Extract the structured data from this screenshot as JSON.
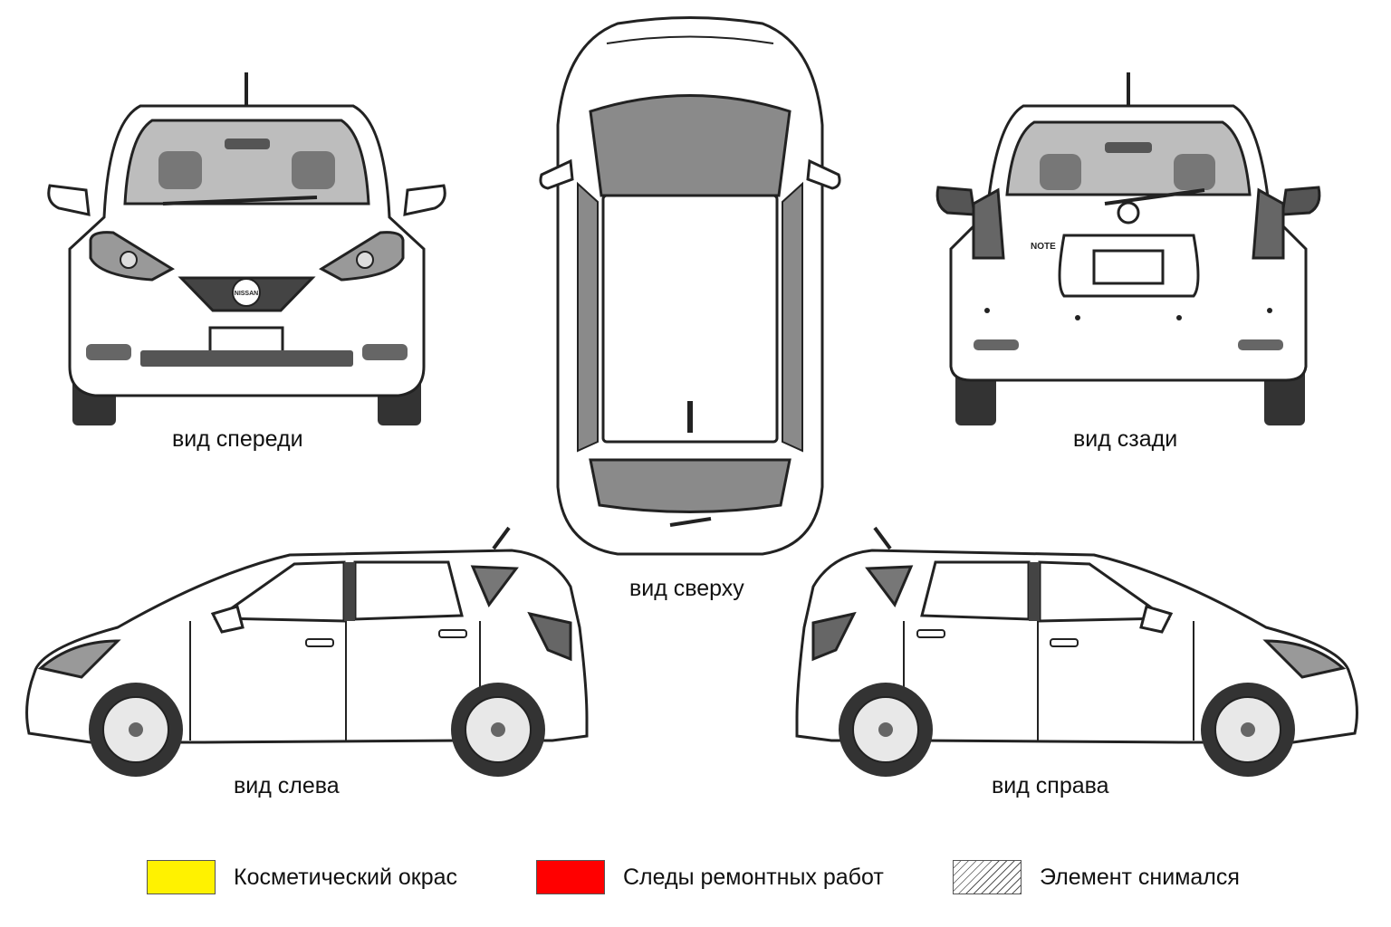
{
  "views": {
    "front_label": "вид спереди",
    "top_label": "вид сверху",
    "rear_label": "вид сзади",
    "left_label": "вид слева",
    "right_label": "вид справа"
  },
  "car": {
    "front_badge": "NISSAN",
    "rear_model": "NOTE"
  },
  "legend": {
    "cosmetic": {
      "label": "Косметический окрас",
      "color": "#fff200"
    },
    "repair": {
      "label": "Следы ремонтных работ",
      "color": "#ff0000"
    },
    "removed": {
      "label": "Элемент снимался",
      "pattern": "diagonal-hatch"
    }
  },
  "colors": {
    "line": "#222222",
    "glass": "#8a8a8a",
    "glass_light": "#bdbdbd",
    "tire": "#333333",
    "body": "#ffffff"
  }
}
